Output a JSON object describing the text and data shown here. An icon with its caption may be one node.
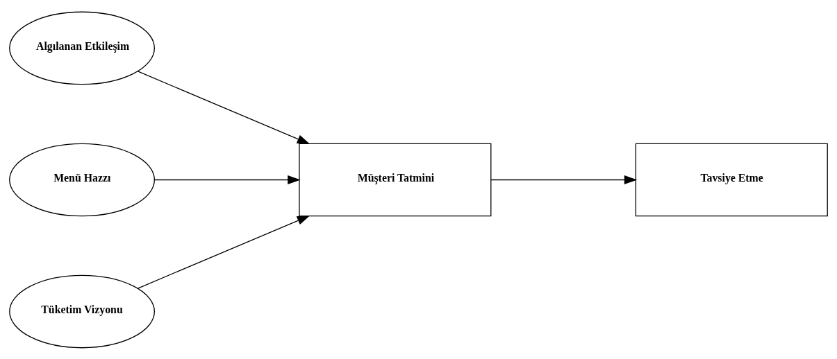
{
  "diagram": {
    "nodes": [
      {
        "text": [
          "Algılanan Etkileşim"
        ]
      },
      {
        "text": [
          "Menü Hazzı"
        ]
      },
      {
        "text": [
          "Tüketim Vizyonu"
        ]
      },
      {
        "text": [
          "Müşteri Tatmini"
        ]
      },
      {
        "text": [
          "Tavsiye Etme"
        ]
      }
    ],
    "edges": [
      {
        "from": 0,
        "to": 3,
        "arrow": "to"
      },
      {
        "from": 1,
        "to": 3,
        "arrow": "to"
      },
      {
        "from": 2,
        "to": 3,
        "arrow": "to"
      },
      {
        "from": 3,
        "to": 4,
        "arrow": "to"
      }
    ]
  }
}
